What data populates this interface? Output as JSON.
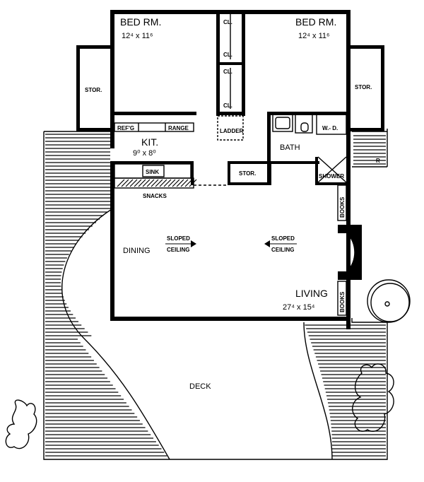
{
  "rooms": {
    "bed_left": {
      "name": "BED RM.",
      "dims": "12⁴ x 11⁶"
    },
    "bed_right": {
      "name": "BED RM.",
      "dims": "12⁴ x 11⁶"
    },
    "kitchen": {
      "name": "KIT.",
      "dims": "9⁰ x 8⁰"
    },
    "living": {
      "name": "LIVING",
      "dims": "27⁴ x 15⁴"
    },
    "dining": "DINING",
    "bath": "BATH",
    "deck": "DECK"
  },
  "labels": {
    "stor_left": "STOR.",
    "stor_right": "STOR.",
    "stor_center": "STOR.",
    "closet_1": "CL.",
    "closet_2": "CL.",
    "closet_3": "CL.",
    "closet_4": "CL.",
    "refg": "REF'G",
    "range": "RANGE",
    "sink": "SINK",
    "snacks": "SNACKS",
    "ladder": "LADDER",
    "washer_dryer": "W.- D.",
    "shower": "SHOWER",
    "books_top": "BOOKS",
    "books_bottom": "BOOKS",
    "railing": "R",
    "sloped_left_1": "SLOPED",
    "sloped_left_2": "CEILING",
    "sloped_right_1": "SLOPED",
    "sloped_right_2": "CEILING"
  }
}
